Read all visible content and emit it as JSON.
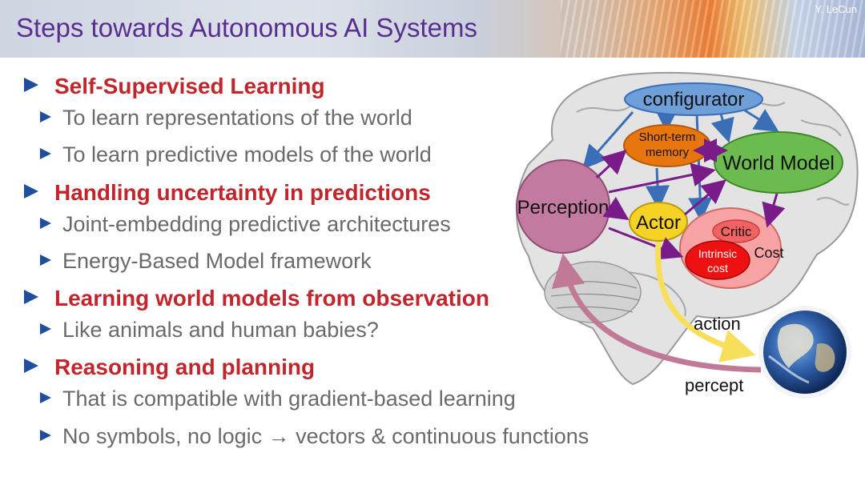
{
  "slide": {
    "title": "Steps towards Autonomous AI Systems",
    "author": "Y. LeCun"
  },
  "bullets": [
    {
      "label": "Self-Supervised Learning",
      "subs": [
        "To learn representations of the world",
        "To learn predictive models of the world"
      ]
    },
    {
      "label": "Handling uncertainty in predictions",
      "subs": [
        "Joint-embedding predictive architectures",
        "Energy-Based Model framework"
      ]
    },
    {
      "label": "Learning world models from observation",
      "subs": [
        "Like animals and human babies?"
      ]
    },
    {
      "label": "Reasoning and planning",
      "subs": [
        "That is compatible with gradient-based learning",
        "No symbols, no logic → vectors & continuous functions"
      ]
    }
  ],
  "diagram": {
    "nodes": {
      "configurator": "configurator",
      "short_term_memory_line1": "Short-term",
      "short_term_memory_line2": "memory",
      "world_model": "World Model",
      "perception": "Perception",
      "actor": "Actor",
      "critic": "Critic",
      "cost": "Cost",
      "intrinsic_cost_line1": "Intrinsic",
      "intrinsic_cost_line2": "cost"
    },
    "labels": {
      "action": "action",
      "percept": "percept"
    },
    "colors": {
      "configurator": "#6f9fd8",
      "short_term_memory": "#e8760f",
      "world_model": "#6cbb4f",
      "perception": "#c27aa0",
      "actor": "#f5d224",
      "cost": "#f7a3a3",
      "intrinsic_cost": "#ee1111",
      "arrow_blue": "#3a6fb8",
      "arrow_purple": "#7a1b8a",
      "action_arrow": "#f7df5c",
      "percept_arrow": "#c07a98"
    }
  }
}
